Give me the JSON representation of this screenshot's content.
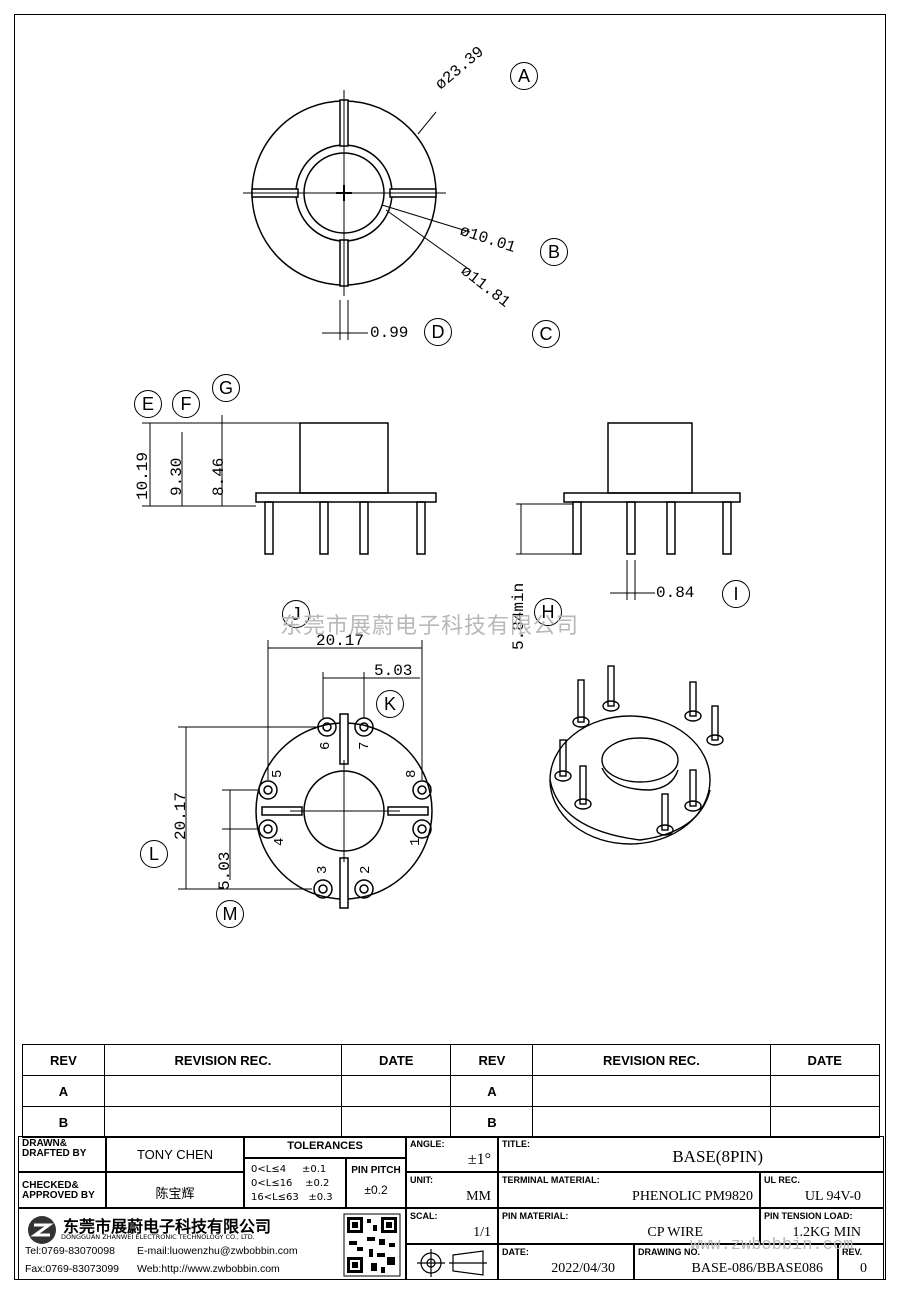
{
  "views": {
    "top": {
      "dims": {
        "A": "ø23.39",
        "B": "ø10.01",
        "C": "ø11.81",
        "D": "0.99"
      }
    },
    "front": {
      "dims": {
        "E": "10.19",
        "F": "9.30",
        "G": "8.46"
      }
    },
    "side": {
      "dims": {
        "H": "5.84min",
        "I": "0.84"
      }
    },
    "bottom": {
      "dims": {
        "J": "20.17",
        "K": "5.03",
        "L": "20.17",
        "M": "5.03"
      },
      "pins": [
        "1",
        "2",
        "3",
        "4",
        "5",
        "6",
        "7",
        "8"
      ]
    }
  },
  "labels": {
    "A": "A",
    "B": "B",
    "C": "C",
    "D": "D",
    "E": "E",
    "F": "F",
    "G": "G",
    "H": "H",
    "I": "I",
    "J": "J",
    "K": "K",
    "L": "L",
    "M": "M"
  },
  "watermark": "东莞市展蔚电子科技有限公司",
  "watermark_url": "www.zwbobbin.com",
  "revision_table": {
    "headers": [
      "REV",
      "REVISION REC.",
      "DATE",
      "REV",
      "REVISION REC.",
      "DATE"
    ],
    "rows": [
      [
        "A",
        "",
        "",
        "A",
        "",
        ""
      ],
      [
        "B",
        "",
        "",
        "B",
        "",
        ""
      ]
    ]
  },
  "title_block": {
    "drawn_label": "DRAWN&\nDRAFTED BY",
    "drawn_value": "TONY CHEN",
    "checked_label": "CHECKED&\nAPPROVED BY",
    "checked_value": "陈宝辉",
    "tolerances_label": "TOLERANCES",
    "tol_rows": [
      "0<L≤4     ±0.1",
      "0<L≤16    ±0.2",
      "16<L≤63   ±0.3"
    ],
    "pin_pitch_label": "PIN PITCH",
    "pin_pitch_value": "±0.2",
    "angle_label": "ANGLE:",
    "angle_value": "±1°",
    "unit_label": "UNIT:",
    "unit_value": "MM",
    "scale_label": "SCAL:",
    "scale_value": "1/1",
    "title_label": "TITLE:",
    "title_value": "BASE(8PIN)",
    "terminal_label": "TERMINAL MATERIAL:",
    "terminal_value": "PHENOLIC PM9820",
    "ul_label": "UL REC.",
    "ul_value": "UL 94V-0",
    "pin_material_label": "PIN MATERIAL:",
    "pin_material_value": "CP WIRE",
    "pin_tension_label": "PIN TENSION LOAD:",
    "pin_tension_value": "1.2KG MIN",
    "date_label": "DATE:",
    "date_value": "2022/04/30",
    "drawing_no_label": "DRAWING NO.",
    "drawing_no_value": "BASE-086/BBASE086",
    "rev_label": "REV.",
    "rev_value": "0",
    "company_cn": "东莞市展蔚电子科技有限公司",
    "company_en": "DONGGUAN ZHANWEI ELECTRONIC TECHNOLOGY CO., LTD.",
    "tel": "Tel:0769-83070098",
    "email": "E-mail:luowenzhu@zwbobbin.com",
    "fax": "Fax:0769-83073099",
    "web": "Web:http://www.zwbobbin.com"
  }
}
